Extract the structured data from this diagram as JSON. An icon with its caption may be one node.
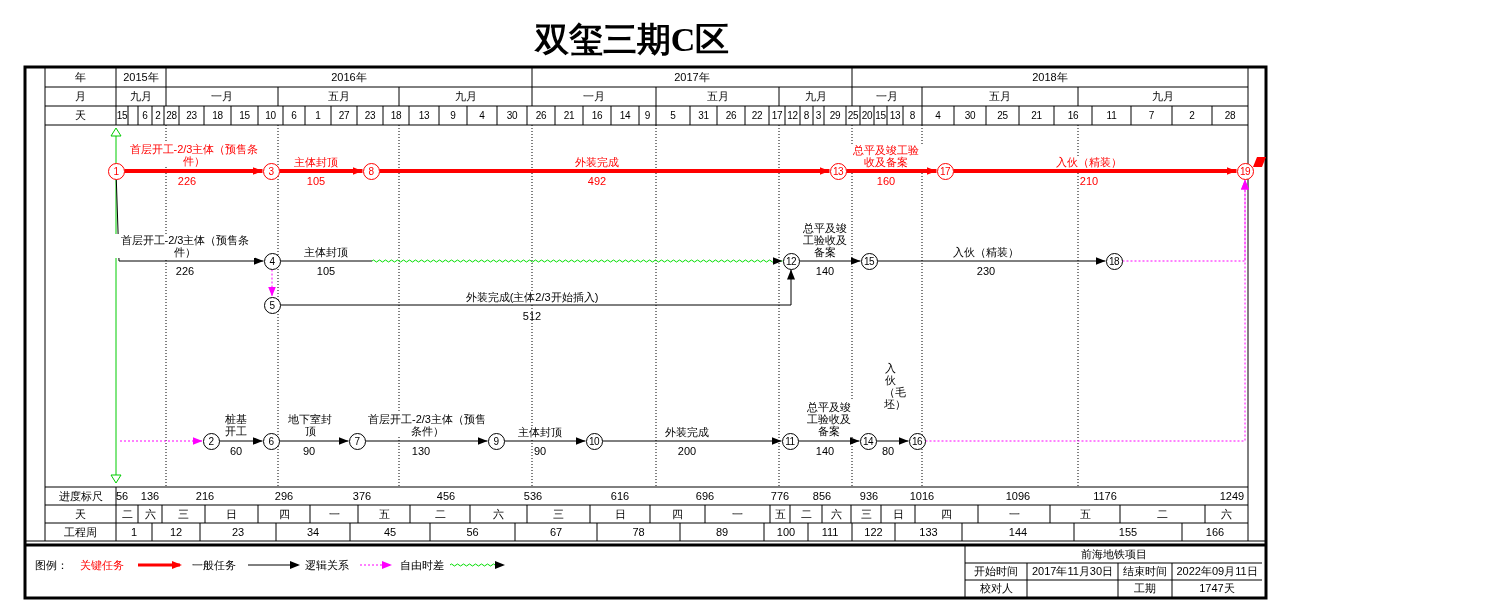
{
  "diagram": {
    "title": "双玺三期C区",
    "nodes": [
      {
        "text": [
          "1"
        ]
      },
      {
        "text": [
          "3"
        ]
      },
      {
        "text": [
          "8"
        ]
      },
      {
        "text": [
          "13"
        ]
      },
      {
        "text": [
          "17"
        ]
      },
      {
        "text": [
          "19"
        ]
      },
      {
        "text": [
          "4"
        ]
      },
      {
        "text": [
          "12"
        ]
      },
      {
        "text": [
          "15"
        ]
      },
      {
        "text": [
          "18"
        ]
      },
      {
        "text": [
          "5"
        ]
      },
      {
        "text": [
          "2"
        ]
      },
      {
        "text": [
          "6"
        ]
      },
      {
        "text": [
          "7"
        ]
      },
      {
        "text": [
          "9"
        ]
      },
      {
        "text": [
          "10"
        ]
      },
      {
        "text": [
          "11"
        ]
      },
      {
        "text": [
          "14"
        ]
      },
      {
        "text": [
          "16"
        ]
      }
    ],
    "edges": [
      {
        "from": 0,
        "to": 1,
        "arrow": "to",
        "label": "首层开工-2/3主体（预售条件）",
        "style": "thick",
        "color": "#ff0000"
      },
      {
        "from": 1,
        "to": 2,
        "arrow": "to",
        "label": "主体封顶",
        "style": "thick",
        "color": "#ff0000"
      },
      {
        "from": 2,
        "to": 3,
        "arrow": "to",
        "label": "外装完成",
        "style": "thick",
        "color": "#ff0000"
      },
      {
        "from": 3,
        "to": 4,
        "arrow": "to",
        "label": "总平及竣工验收及备案",
        "style": "thick",
        "color": "#ff0000"
      },
      {
        "from": 4,
        "to": 5,
        "arrow": "to",
        "label": "入伙（精装）",
        "style": "thick",
        "color": "#ff0000"
      },
      {
        "from": 0,
        "to": 6,
        "arrow": "to",
        "label": "首层开工-2/3主体（预售条件）"
      },
      {
        "from": 6,
        "to": 7,
        "arrow": "to",
        "label": "主体封顶"
      },
      {
        "from": 7,
        "to": 8,
        "arrow": "to",
        "label": "总平及竣工验收及备案"
      },
      {
        "from": 8,
        "to": 9,
        "arrow": "to",
        "label": "入伙（精装）"
      },
      {
        "from": 9,
        "to": 5,
        "arrow": "to",
        "style": "dashed",
        "color": "#ff00ff"
      },
      {
        "from": 6,
        "to": 10,
        "arrow": "to",
        "style": "dashed",
        "color": "#ff00ff"
      },
      {
        "from": 10,
        "to": 7,
        "arrow": "to",
        "label": "外装完成(主体2/3开始插入)"
      },
      {
        "from": null,
        "to": 11,
        "arrow": "to",
        "style": "dashed",
        "color": "#ff00ff"
      },
      {
        "from": 11,
        "to": 12,
        "arrow": "to",
        "label": "桩基开工"
      },
      {
        "from": 12,
        "to": 13,
        "arrow": "to",
        "label": "地下室封顶"
      },
      {
        "from": 13,
        "to": 14,
        "arrow": "to",
        "label": "首层开工-2/3主体（预售条件）"
      },
      {
        "from": 14,
        "to": 15,
        "arrow": "to",
        "label": "主体封顶"
      },
      {
        "from": 15,
        "to": 16,
        "arrow": "to",
        "label": "外装完成"
      },
      {
        "from": 16,
        "to": 17,
        "arrow": "to",
        "label": "总平及竣工验收及备案"
      },
      {
        "from": 17,
        "to": 18,
        "arrow": "to",
        "label": "入伙（毛坯）"
      },
      {
        "from": 18,
        "to": 5,
        "arrow": "to",
        "style": "dashed",
        "color": "#ff00ff"
      }
    ],
    "labels": [
      "年",
      "2015年",
      "2016年",
      "2017年",
      "2018年",
      "月",
      "九月",
      "一月",
      "五月",
      "九月",
      "一月",
      "五月",
      "九月",
      "一月",
      "五月",
      "九月",
      "天",
      "15",
      "6",
      "2",
      "28",
      "23",
      "18",
      "15",
      "10",
      "6",
      "1",
      "27",
      "23",
      "18",
      "13",
      "9",
      "4",
      "30",
      "26",
      "21",
      "16",
      "14",
      "9",
      "5",
      "31",
      "26",
      "22",
      "17",
      "12",
      "8",
      "3",
      "29",
      "25",
      "20",
      "15",
      "13",
      "8",
      "4",
      "30",
      "25",
      "21",
      "16",
      "11",
      "7",
      "2",
      "28",
      "226",
      "105",
      "492",
      "160",
      "210",
      "226",
      "105",
      "140",
      "230",
      "512",
      "60",
      "90",
      "130",
      "90",
      "200",
      "140",
      "80",
      "进度标尺",
      "56",
      "136",
      "216",
      "296",
      "376",
      "456",
      "536",
      "616",
      "696",
      "776",
      "856",
      "936",
      "1016",
      "1096",
      "1176",
      "1249",
      "天",
      "二",
      "六",
      "三",
      "日",
      "四",
      "一",
      "五",
      "二",
      "六",
      "三",
      "日",
      "四",
      "一",
      "五",
      "二",
      "六",
      "三",
      "日",
      "四",
      "一",
      "五",
      "二",
      "六",
      "工程周",
      "1",
      "12",
      "23",
      "34",
      "45",
      "56",
      "67",
      "78",
      "89",
      "100",
      "111",
      "122",
      "133",
      "144",
      "155",
      "166",
      "图例：",
      "前海地铁项目",
      "开始时间",
      "2017年11月30日",
      "结束时间",
      "2022年09月11日",
      "校对人",
      "工期",
      "1747天"
    ],
    "legend": [
      {
        "text": "关键任务"
      },
      {
        "text": "一般任务"
      },
      {
        "text": "逻辑关系"
      },
      {
        "text": "自由时差"
      }
    ]
  }
}
